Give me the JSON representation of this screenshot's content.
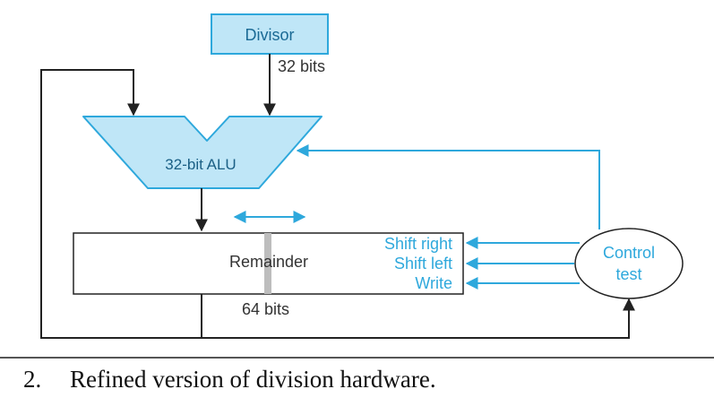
{
  "diagram": {
    "divisor_label": "Divisor",
    "divisor_width_label": "32 bits",
    "alu_label": "32-bit ALU",
    "remainder_label": "Remainder",
    "remainder_width_label": "64 bits",
    "signals": [
      "Shift right",
      "Shift left",
      "Write"
    ],
    "control_label_line1": "Control",
    "control_label_line2": "test"
  },
  "caption": {
    "number": "2.",
    "text": "Refined version of division hardware."
  },
  "colors": {
    "accent_blue": "#2ea8dc",
    "fill_blue": "#bfe6f7",
    "line_dark": "#222222"
  }
}
